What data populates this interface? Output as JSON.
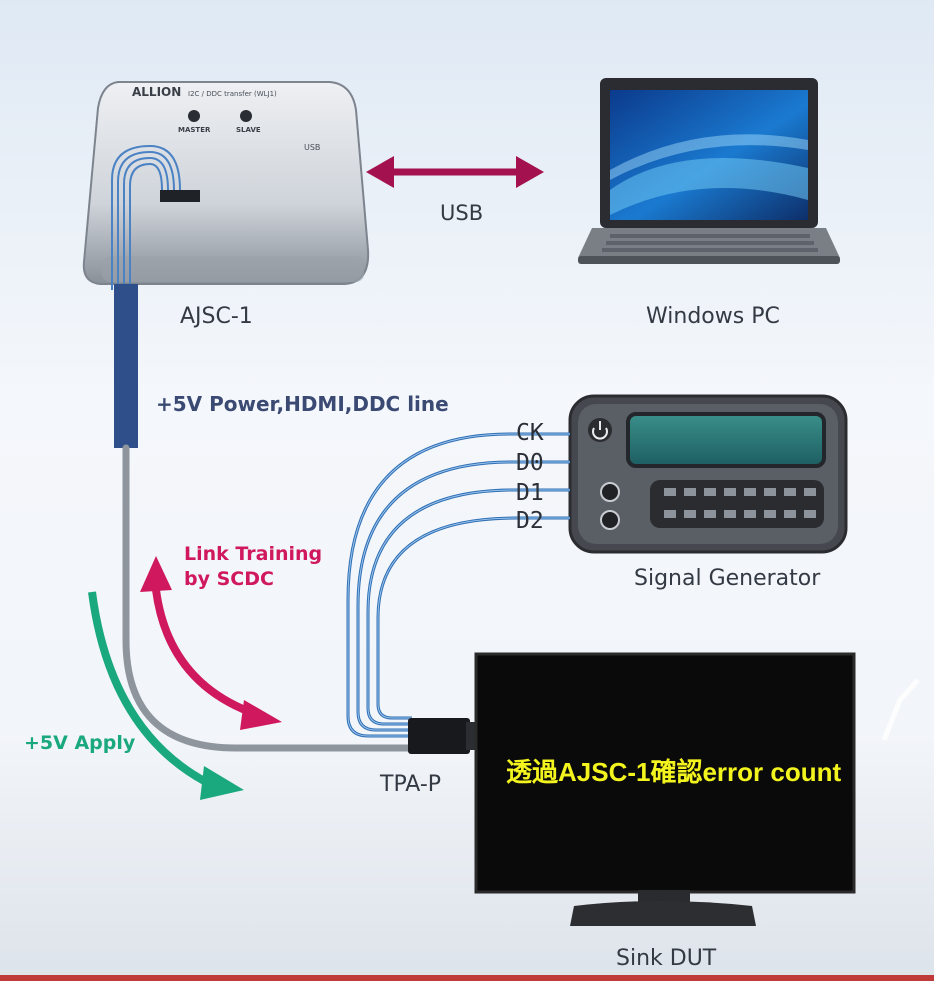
{
  "device": {
    "brand": "ALLION",
    "model_line": "I2C / DDC transfer (WLJ1)",
    "master": "MASTER",
    "slave": "SLAVE",
    "usb_port": "USB"
  },
  "labels": {
    "ajsc": "AJSC-1",
    "usb": "USB",
    "windows_pc": "Windows PC",
    "power_line": "+5V Power,HDMI,DDC line",
    "link_training_1": "Link Training",
    "link_training_2": "by SCDC",
    "apply": "+5V  Apply",
    "tpa": "TPA-P",
    "signal_generator": "Signal Generator",
    "sink_dut": "Sink DUT",
    "screen_message": "透過AJSC-1確認error count"
  },
  "signals": [
    "CK",
    "D0",
    "D1",
    "D2"
  ],
  "colors": {
    "usb_arrow": "#a3124e",
    "link_arrow": "#d0185e",
    "apply_arrow": "#1aa87e",
    "signal_wire": "#2e6fb5",
    "cable_upper": "#2f4f8a",
    "cable_lower": "#8f959d",
    "screen_text": "#f3f31e"
  }
}
